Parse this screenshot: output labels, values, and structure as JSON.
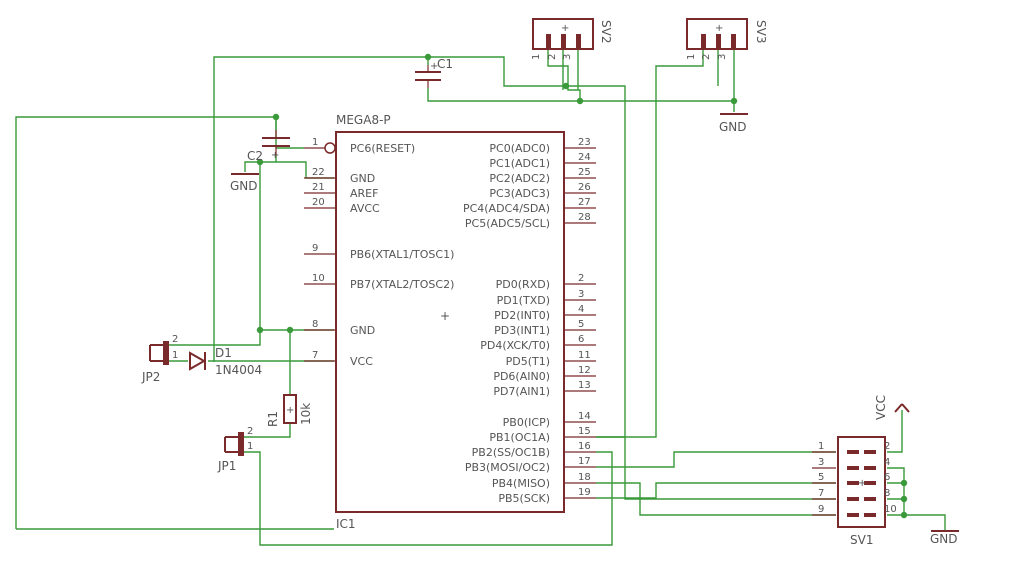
{
  "ic": {
    "title": "MEGA8-P",
    "ref": "IC1"
  },
  "left_pins": [
    {
      "num": "1",
      "name": "PC6(RESET)"
    },
    {
      "num": "22",
      "name": "GND"
    },
    {
      "num": "21",
      "name": "AREF"
    },
    {
      "num": "20",
      "name": "AVCC"
    },
    {
      "num": "9",
      "name": "PB6(XTAL1/TOSC1)"
    },
    {
      "num": "10",
      "name": "PB7(XTAL2/TOSC2)"
    },
    {
      "num": "8",
      "name": "GND"
    },
    {
      "num": "7",
      "name": "VCC"
    }
  ],
  "right_pins": [
    {
      "num": "23",
      "name": "PC0(ADC0)"
    },
    {
      "num": "24",
      "name": "PC1(ADC1)"
    },
    {
      "num": "25",
      "name": "PC2(ADC2)"
    },
    {
      "num": "26",
      "name": "PC3(ADC3)"
    },
    {
      "num": "27",
      "name": "PC4(ADC4/SDA)"
    },
    {
      "num": "28",
      "name": "PC5(ADC5/SCL)"
    },
    {
      "num": "2",
      "name": "PD0(RXD)"
    },
    {
      "num": "3",
      "name": "PD1(TXD)"
    },
    {
      "num": "4",
      "name": "PD2(INT0)"
    },
    {
      "num": "5",
      "name": "PD3(INT1)"
    },
    {
      "num": "6",
      "name": "PD4(XCK/T0)"
    },
    {
      "num": "11",
      "name": "PD5(T1)"
    },
    {
      "num": "12",
      "name": "PD6(AIN0)"
    },
    {
      "num": "13",
      "name": "PD7(AIN1)"
    },
    {
      "num": "14",
      "name": "PB0(ICP)"
    },
    {
      "num": "15",
      "name": "PB1(OC1A)"
    },
    {
      "num": "16",
      "name": "PB2(SS/OC1B)"
    },
    {
      "num": "17",
      "name": "PB3(MOSI/OC2)"
    },
    {
      "num": "18",
      "name": "PB4(MISO)"
    },
    {
      "num": "19",
      "name": "PB5(SCK)"
    }
  ],
  "labels": {
    "c1": "C1",
    "c2": "C2",
    "d1": "D1",
    "d1_value": "1N4004",
    "r1": "R1",
    "r1_value": "10k",
    "jp1": "JP1",
    "jp2": "JP2",
    "sv1": "SV1",
    "sv2": "SV2",
    "sv3": "SV3",
    "gnd": "GND",
    "vcc": "VCC",
    "sv_pins": [
      "1",
      "2",
      "3"
    ],
    "jp_pins": [
      "2",
      "1"
    ],
    "sv1_left": [
      "1",
      "3",
      "5",
      "7",
      "9"
    ],
    "sv1_right": [
      "2",
      "4",
      "6",
      "8",
      "10"
    ]
  },
  "colors": {
    "wire": "#3a9a3a",
    "part": "#7a2a2a",
    "text": "#555555"
  }
}
